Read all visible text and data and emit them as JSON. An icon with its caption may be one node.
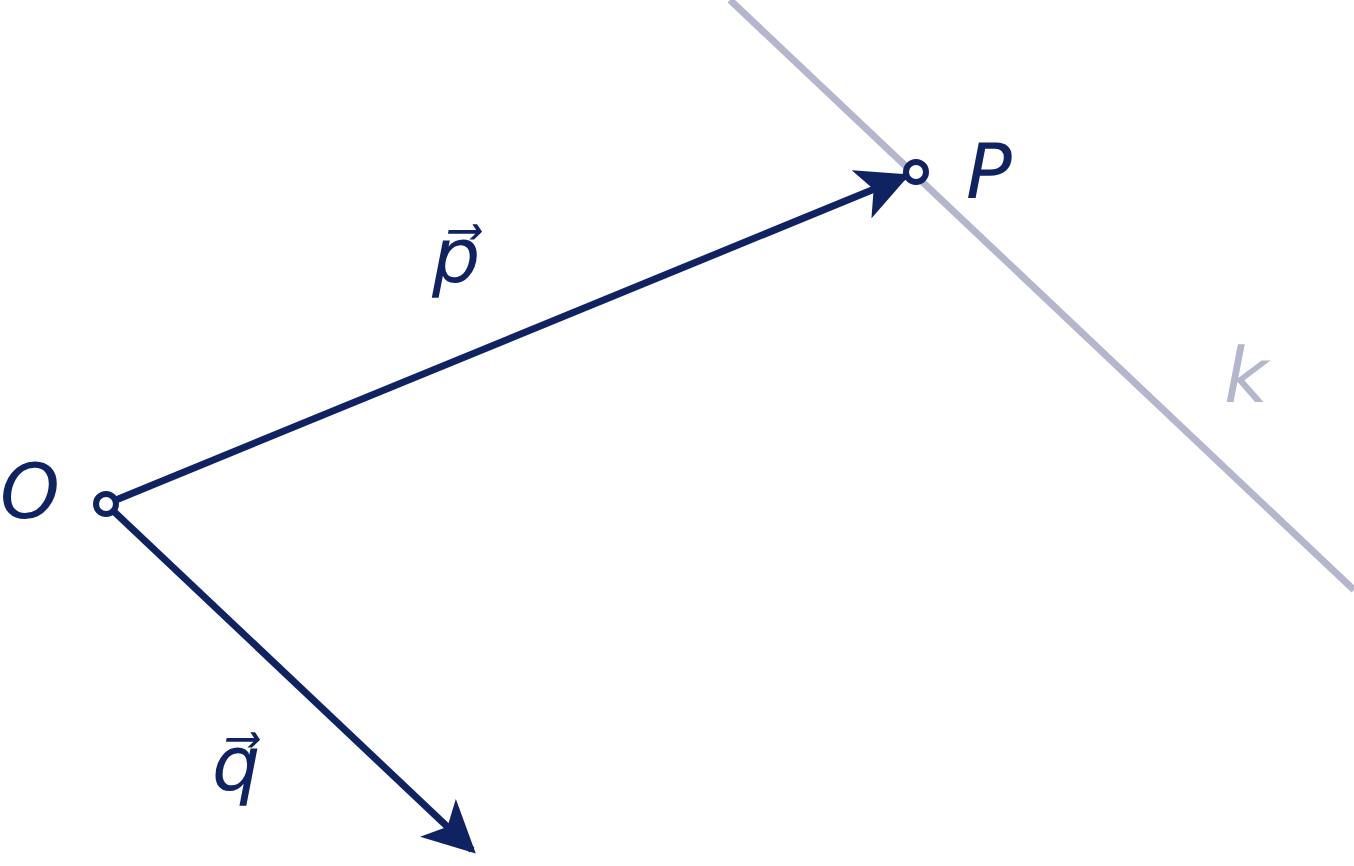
{
  "diagram": {
    "nodes": [
      {
        "text": [
          "O"
        ]
      },
      {
        "text": [
          "P"
        ]
      }
    ],
    "edges": [
      {
        "from": 0,
        "to": 1,
        "arrow": "to",
        "label": "p⃗"
      },
      {
        "from": 0,
        "to": null,
        "arrow": "to",
        "label": "q⃗"
      }
    ],
    "labels": [
      "k"
    ]
  }
}
